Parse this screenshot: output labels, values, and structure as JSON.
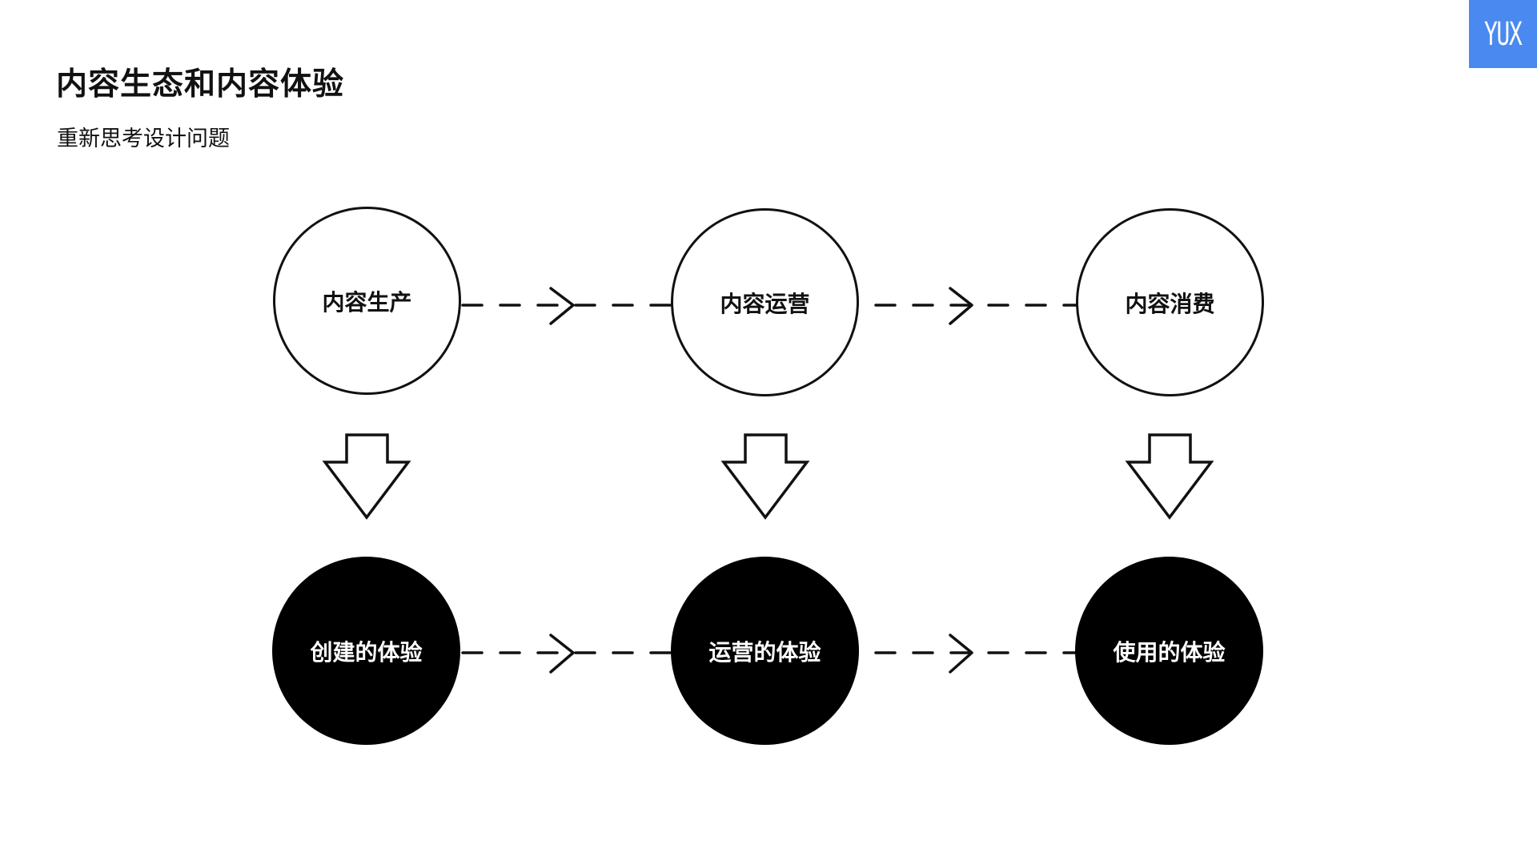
{
  "title": "内容生态和内容体验",
  "subtitle": "重新思考设计问题",
  "logo": "YUX",
  "colors": {
    "logo_bg": "#4a8af0",
    "ink": "#111111"
  },
  "pipeline": [
    {
      "label": "内容生产"
    },
    {
      "label": "内容运营"
    },
    {
      "label": "内容消费"
    }
  ],
  "experiences": [
    {
      "label": "创建的体验"
    },
    {
      "label": "运营的体验"
    },
    {
      "label": "使用的体验"
    }
  ]
}
